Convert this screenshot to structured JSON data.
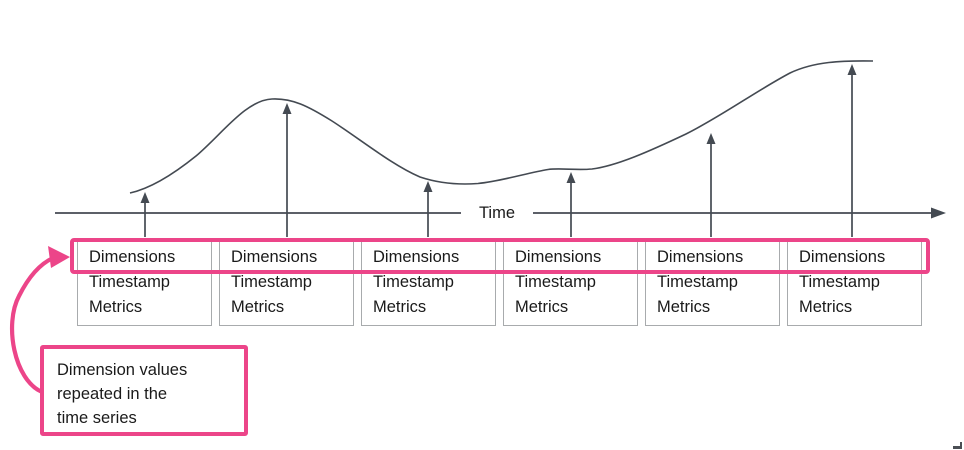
{
  "diagram": {
    "axis_label": "Time",
    "records": [
      {
        "dimensions": "Dimensions",
        "timestamp": "Timestamp",
        "metrics": "Metrics"
      },
      {
        "dimensions": "Dimensions",
        "timestamp": "Timestamp",
        "metrics": "Metrics"
      },
      {
        "dimensions": "Dimensions",
        "timestamp": "Timestamp",
        "metrics": "Metrics"
      },
      {
        "dimensions": "Dimensions",
        "timestamp": "Timestamp",
        "metrics": "Metrics"
      },
      {
        "dimensions": "Dimensions",
        "timestamp": "Timestamp",
        "metrics": "Metrics"
      },
      {
        "dimensions": "Dimensions",
        "timestamp": "Timestamp",
        "metrics": "Metrics"
      }
    ],
    "callout": {
      "lines": [
        "Dimension values",
        "repeated in the",
        "time series"
      ]
    }
  },
  "colors": {
    "accent_pink": "#ec4589",
    "diagram_line": "#444a52",
    "box_border": "#a8abad",
    "text": "#1a1a1a"
  }
}
